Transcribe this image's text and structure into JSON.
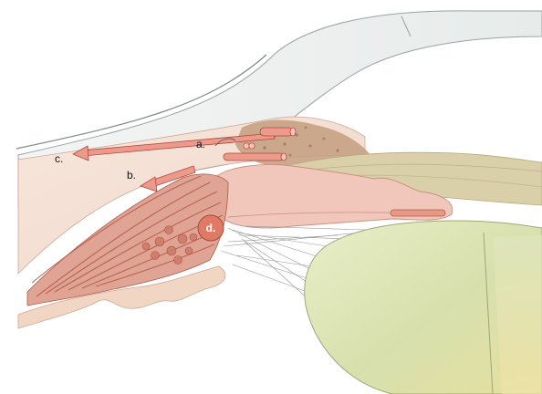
{
  "labels": {
    "a": "a.",
    "b": "b.",
    "c": "c.",
    "d": "d."
  },
  "colors": {
    "background": "#ffffff",
    "cornea_sclera": "#eef1f0",
    "tissue_pink": "#f3d2c5",
    "ciliary_muscle": "#d88a78",
    "muscle_stripe": "#b35848",
    "pathway_arrow": "#e9897a",
    "pathway_outline": "#b3473a",
    "iris_pigment": "#a07a50",
    "lens": "#d9e3b5",
    "trabecular_brown": "#b48a6a"
  }
}
